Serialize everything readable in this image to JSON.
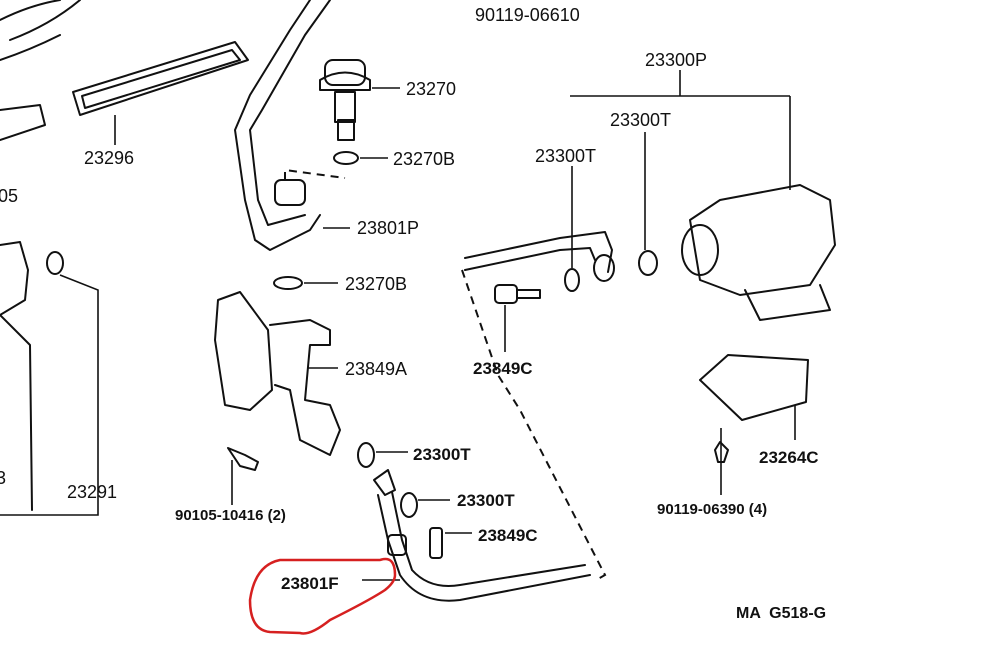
{
  "diagram": {
    "labels": {
      "bolt_top": "90119-06610",
      "filter_assy": "23300P",
      "pressure_regulator": "23270",
      "cover": "23296",
      "gasket_upper": "23270B",
      "left_partial_upper": "05",
      "union_gasket_right": "23300T",
      "union_gasket_left": "23300T",
      "fuel_pipe_p": "23801P",
      "gasket_lower": "23270B",
      "clamp": "23849A",
      "union_bolt_upper": "23849C",
      "gasket_mid": "23300T",
      "bracket": "23264C",
      "left_partial_lower": "3",
      "delivery_pipe": "23291",
      "gasket_low": "23300T",
      "bolt_left": "90105-10416 (2)",
      "bolt_right": "90119-06390 (4)",
      "union_bolt_lower": "23849C",
      "fuel_pipe_f": "23801F",
      "drawing_code": "MA  G518-G"
    },
    "highlight_color": "#d62020"
  }
}
